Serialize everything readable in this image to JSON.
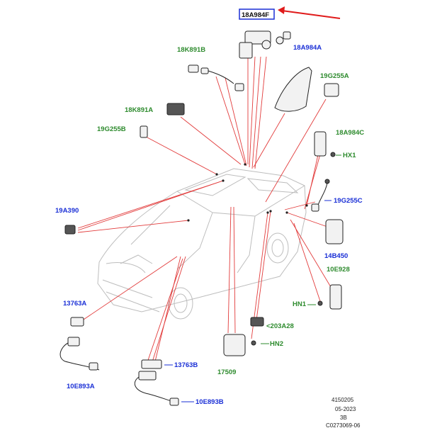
{
  "labels": {
    "p18A984F": "18A984F",
    "p18K891B": "18K891B",
    "p18A984A": "18A984A",
    "p19G255A": "19G255A",
    "p18K891A": "18K891A",
    "p19G255B": "19G255B",
    "p18A984C": "18A984C",
    "pHX1": "HX1",
    "p19G255C": "19G255C",
    "p19A390": "19A390",
    "p14B450": "14B450",
    "p10E928": "10E928",
    "p13763A": "13763A",
    "pHN1": "HN1",
    "p203A28": "<203A28",
    "pHN2": "HN2",
    "p13763B": "13763B",
    "p17509": "17509",
    "p10E893A": "10E893A",
    "p10E893B": "10E893B"
  },
  "reference": {
    "line1": "4150205",
    "line2": "05-2023",
    "line3": "3B",
    "line4": "C0273069-06"
  },
  "colors": {
    "leader": "#e23b3b",
    "highlight_arrow": "#e01b1b",
    "highlight_box": "#1a2fd6",
    "label_green": "#2e8b2e",
    "label_blue": "#1a2fd6"
  }
}
